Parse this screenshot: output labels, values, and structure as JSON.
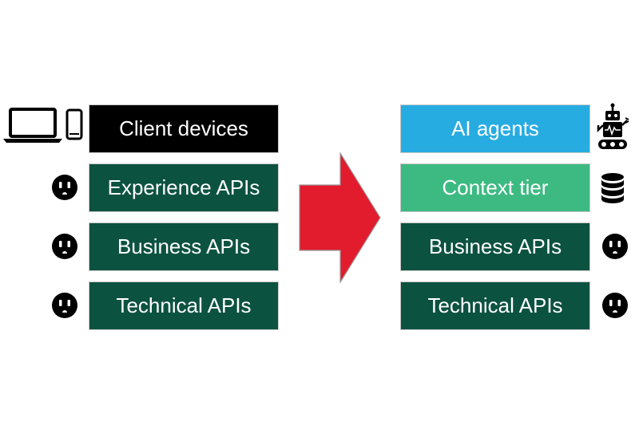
{
  "left_stack": {
    "client": "Client devices",
    "experience": "Experience APIs",
    "business": "Business APIs",
    "technical": "Technical APIs"
  },
  "right_stack": {
    "agents": "AI agents",
    "context": "Context tier",
    "business": "Business APIs",
    "technical": "Technical APIs"
  },
  "colors": {
    "client_box": "#000000",
    "api_box": "#0c5240",
    "agents_box": "#27ace2",
    "context_box": "#3dba82",
    "arrow": "#e21b2d"
  },
  "icons": {
    "client": [
      "laptop-icon",
      "phone-icon"
    ],
    "api": "power-outlet-icon",
    "agents": "robot-icon",
    "context": "database-icon"
  }
}
